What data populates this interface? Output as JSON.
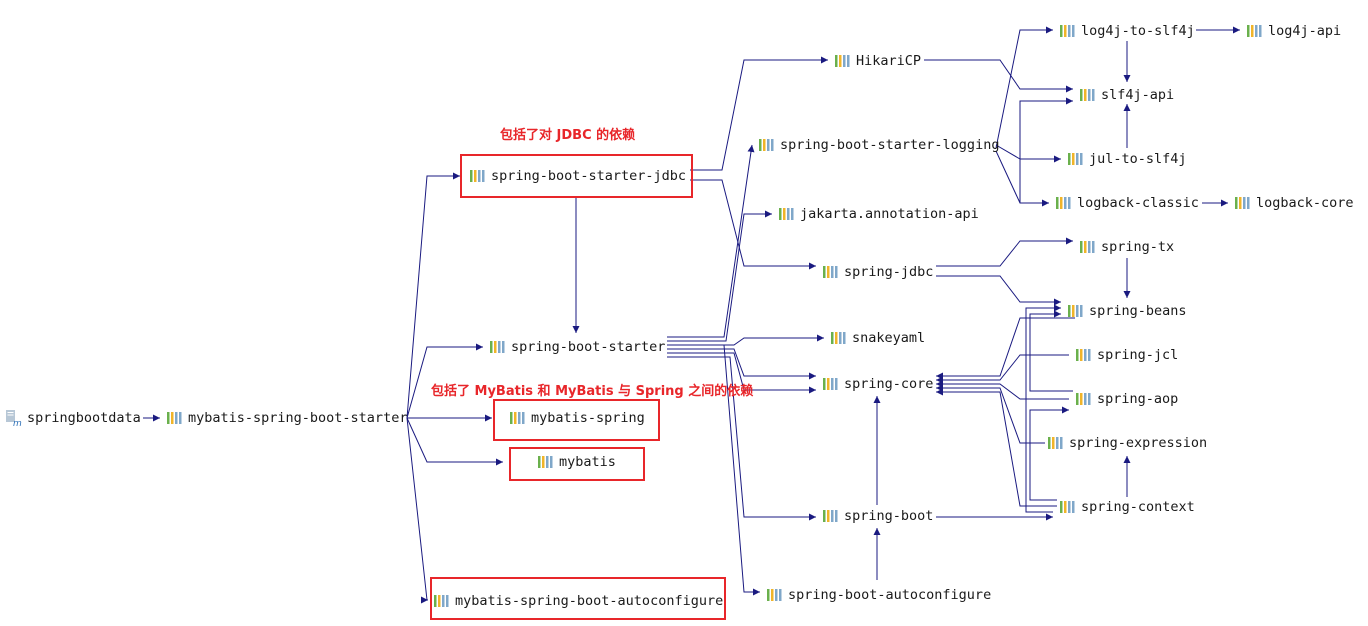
{
  "diagram": {
    "root": "springbootdata",
    "nodes": {
      "mybatis_spring_boot_starter": "mybatis-spring-boot-starter",
      "spring_boot_starter_jdbc": "spring-boot-starter-jdbc",
      "spring_boot_starter": "spring-boot-starter",
      "mybatis_spring": "mybatis-spring",
      "mybatis": "mybatis",
      "mybatis_spring_boot_autoconfigure": "mybatis-spring-boot-autoconfigure",
      "hikaricp": "HikariCP",
      "spring_boot_starter_logging": "spring-boot-starter-logging",
      "jakarta_annotation_api": "jakarta.annotation-api",
      "spring_jdbc": "spring-jdbc",
      "snakeyaml": "snakeyaml",
      "spring_core": "spring-core",
      "spring_boot": "spring-boot",
      "spring_boot_autoconfigure": "spring-boot-autoconfigure",
      "log4j_to_slf4j": "log4j-to-slf4j",
      "log4j_api": "log4j-api",
      "slf4j_api": "slf4j-api",
      "jul_to_slf4j": "jul-to-slf4j",
      "logback_classic": "logback-classic",
      "logback_core": "logback-core",
      "spring_tx": "spring-tx",
      "spring_beans": "spring-beans",
      "spring_jcl": "spring-jcl",
      "spring_aop": "spring-aop",
      "spring_expression": "spring-expression",
      "spring_context": "spring-context"
    },
    "annotations": {
      "jdbc": "包括了对 JDBC 的依赖",
      "mybatis": "包括了 MyBatis 和 MyBatis 与 Spring 之间的依赖"
    },
    "colors": {
      "edge": "#1a1a80",
      "highlight": "#e8262a",
      "text": "#1a1a1a"
    },
    "icons": {
      "root": "maven-module-icon",
      "dependency": "library-bars-icon"
    }
  }
}
